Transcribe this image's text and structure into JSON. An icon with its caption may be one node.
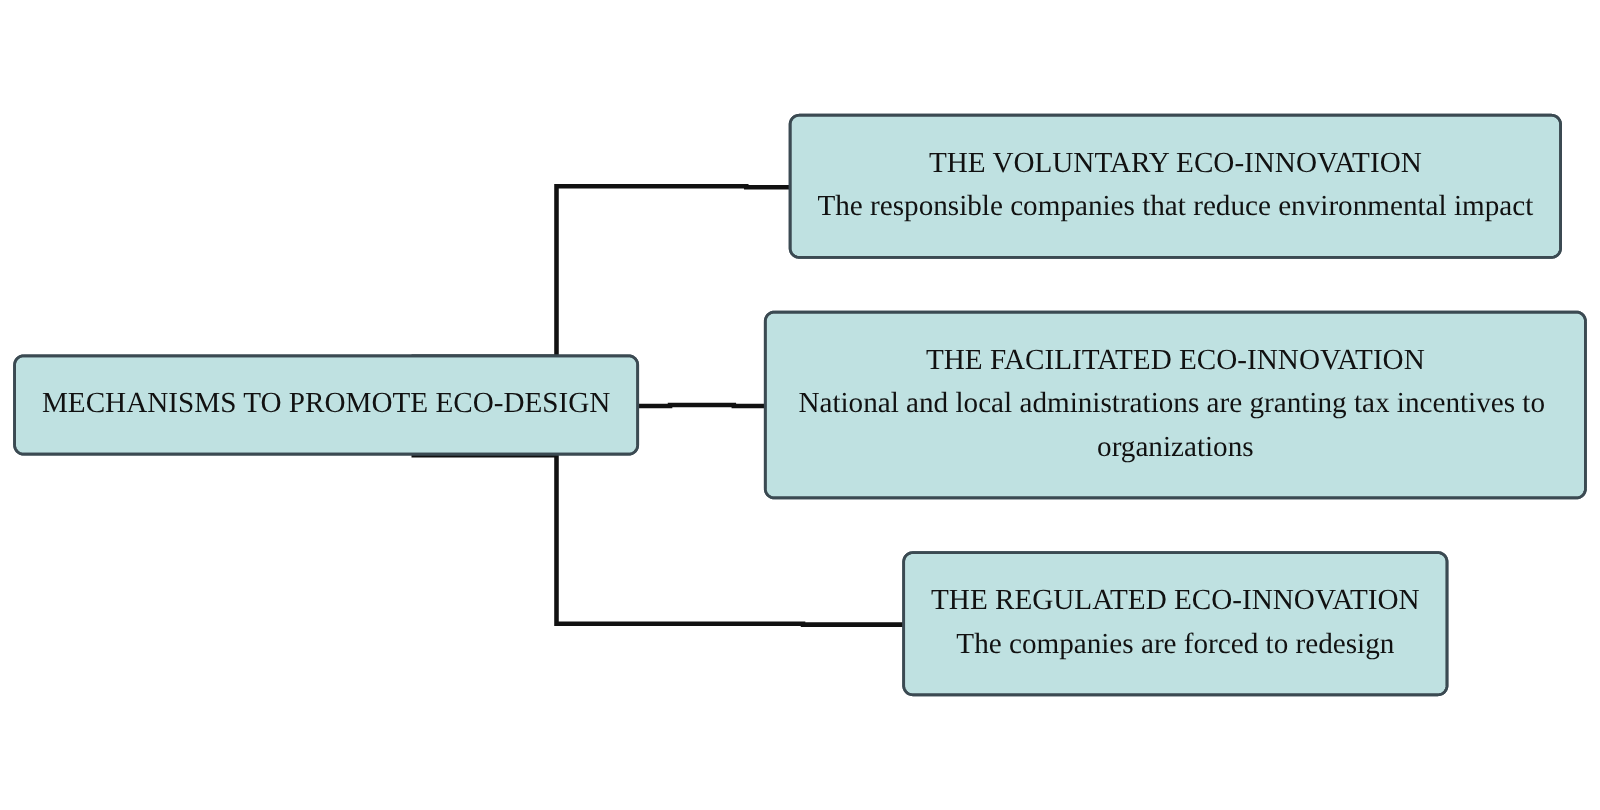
{
  "diagram": {
    "nodes": [
      {
        "text": [
          "MECHANISMS TO PROMOTE ECO-DESIGN"
        ]
      },
      {
        "text": [
          "THE VOLUNTARY ECO-INNOVATION",
          "The responsible companies that reduce environmental impact"
        ]
      },
      {
        "text": [
          "THE FACILITATED ECO-INNOVATION",
          "National and local administrations are granting tax incentives to organizations"
        ]
      },
      {
        "text": [
          "THE REGULATED ECO-INNOVATION",
          "The companies are forced to redesign"
        ]
      }
    ],
    "edges": [
      {
        "from": 0,
        "to": 1,
        "arrow": "none"
      },
      {
        "from": 0,
        "to": 2,
        "arrow": "none"
      },
      {
        "from": 0,
        "to": 3,
        "arrow": "none"
      }
    ]
  }
}
